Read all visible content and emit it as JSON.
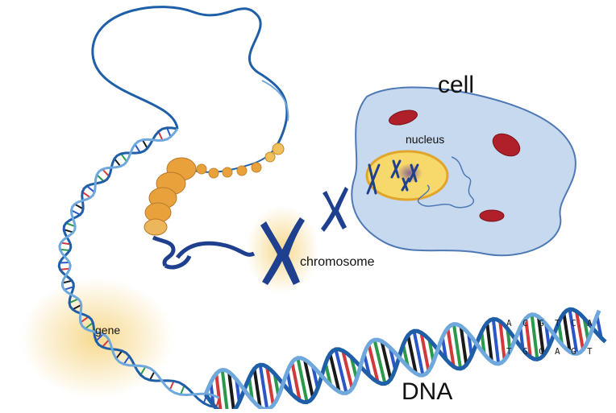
{
  "labels": {
    "cell": "cell",
    "nucleus": "nucleus",
    "chromosome": "chromosome",
    "gene": "gene",
    "dna": "DNA"
  },
  "bases": {
    "top": [
      "A",
      "C",
      "G",
      "T",
      "C",
      "A"
    ],
    "bottom": [
      "T",
      "G",
      "C",
      "A",
      "G",
      "T"
    ]
  },
  "colors": {
    "backbone": "#1f5fa8",
    "backbone_light": "#6fa8dc",
    "cell_fill": "#c7d9ee",
    "cell_stroke": "#4e79b5",
    "nucleus_fill": "#f7d86a",
    "nucleus_stroke": "#e0a52a",
    "chromosome": "#1f3f8f",
    "mitochondria": "#b0202a",
    "histone": "#e9a23b",
    "glow": "#f6d27a",
    "rung_colors": [
      "#1a1a1a",
      "#2b57c6",
      "#d23a3a",
      "#2a9a4a"
    ]
  }
}
